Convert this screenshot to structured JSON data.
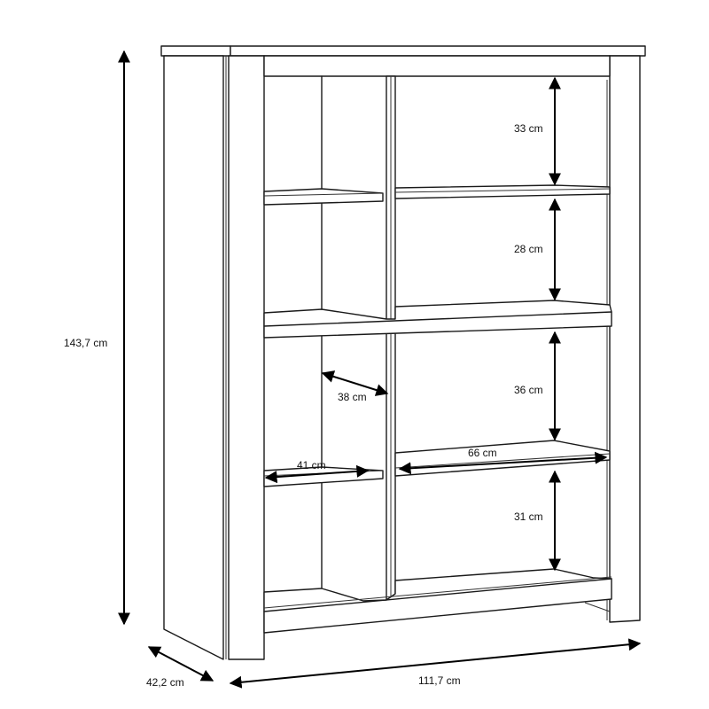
{
  "diagram": {
    "subject": "bookcase-shelving-unit",
    "style": "technical-line-drawing",
    "colors": {
      "line": "#1a1a1a",
      "background": "#ffffff",
      "arrow": "#000000"
    }
  },
  "dimensions": {
    "overall_height": "143,7 cm",
    "overall_width": "111,7 cm",
    "overall_depth": "42,2 cm",
    "compartment_heights_right": [
      {
        "id": "top-right",
        "label": "33 cm"
      },
      {
        "id": "upper-middle-right",
        "label": "28 cm"
      },
      {
        "id": "lower-middle-right",
        "label": "36 cm"
      },
      {
        "id": "bottom-right",
        "label": "31 cm"
      }
    ],
    "left_shelf_width": "41 cm",
    "right_shelf_width": "66 cm",
    "interior_depth": "38 cm"
  }
}
